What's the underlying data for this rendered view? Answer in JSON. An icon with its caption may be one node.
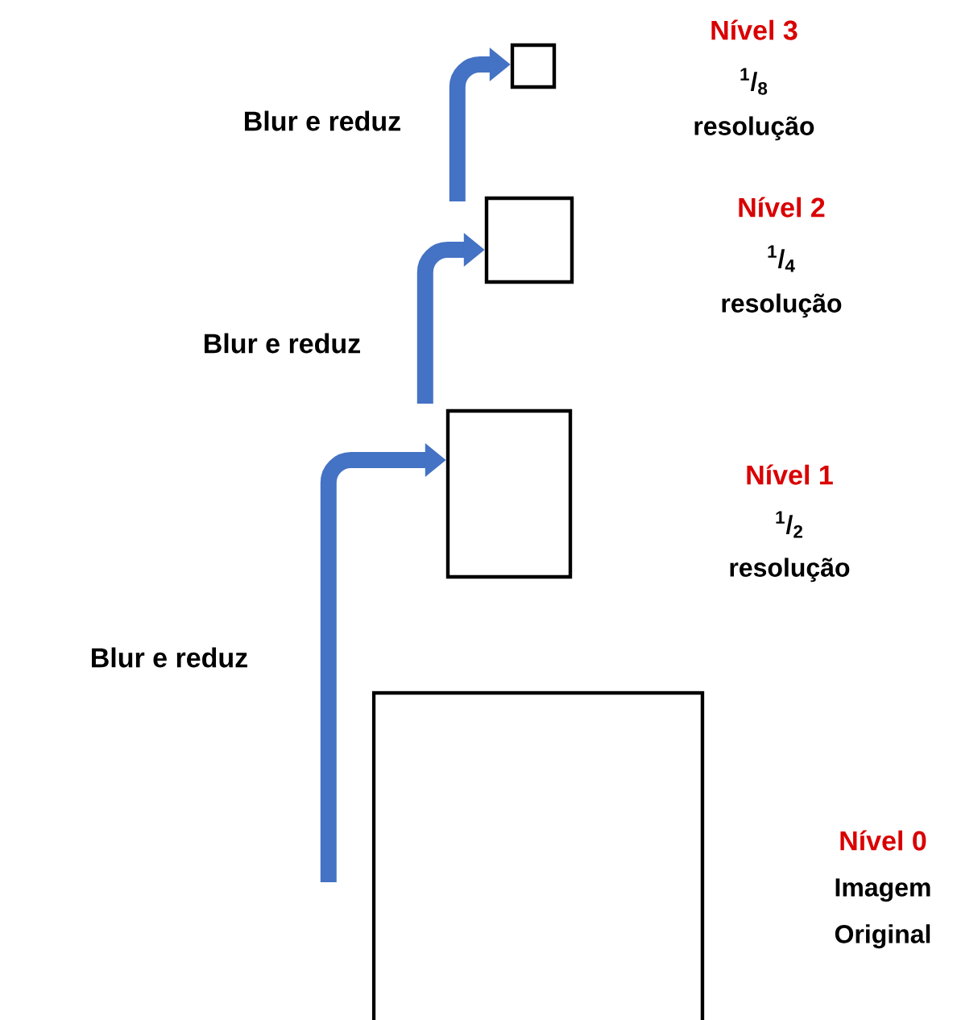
{
  "diagram": {
    "nodes": [
      {
        "text": [],
        "shape": "box",
        "beside": [
          "Nível 3",
          "$^{1}$/$_{8}$",
          "resolução"
        ]
      },
      {
        "text": [],
        "shape": "box",
        "beside": [
          "Nível 2",
          "$^{1}$/$_{4}$",
          "resolução"
        ]
      },
      {
        "text": [],
        "shape": "box",
        "beside": [
          "Nível 1",
          "$^{1}$/$_{2}$",
          "resolução"
        ]
      },
      {
        "text": [],
        "shape": "box",
        "beside": [
          "Nível 0",
          "Imagem Original"
        ]
      }
    ],
    "edges": [
      {
        "from": 3,
        "to": 2,
        "arrow": "to",
        "label": "Blur e reduz"
      },
      {
        "from": 2,
        "to": 1,
        "arrow": "to",
        "label": "Blur e reduz"
      },
      {
        "from": 1,
        "to": 0,
        "arrow": "to",
        "label": "Blur e reduz"
      }
    ]
  }
}
